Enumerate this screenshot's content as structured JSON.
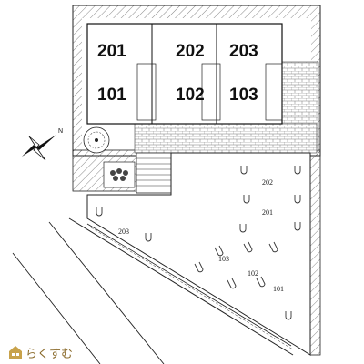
{
  "building": {
    "units_upper": [
      "201",
      "202",
      "203"
    ],
    "units_lower": [
      "101",
      "102",
      "103"
    ]
  },
  "parking": {
    "spaces": [
      {
        "label": "202"
      },
      {
        "label": "201"
      },
      {
        "label": "203"
      },
      {
        "label": "103"
      },
      {
        "label": "102"
      },
      {
        "label": "101"
      }
    ]
  },
  "compass": {
    "icon": "compass-north-icon"
  },
  "logo": {
    "text": "らくすむ",
    "icon": "house-logo-icon",
    "color": "#c8a24a"
  },
  "colors": {
    "line": "#222222",
    "hatch": "#555555",
    "paving": "#666666"
  }
}
